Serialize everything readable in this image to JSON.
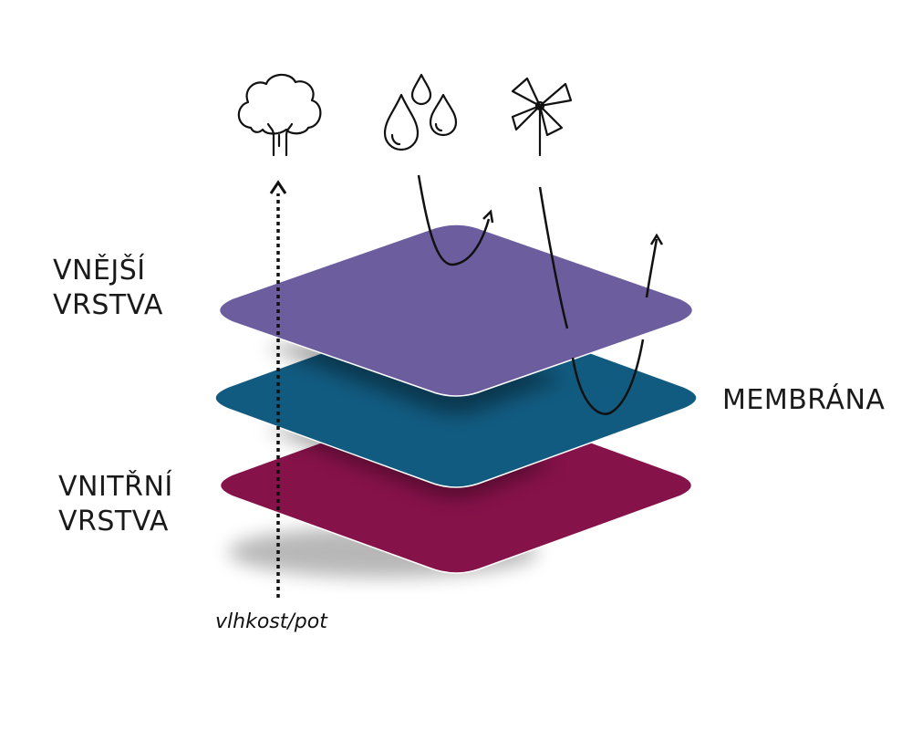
{
  "labels": {
    "outer_layer": [
      "VNĚJŠÍ",
      "VRSTVA"
    ],
    "inner_layer": [
      "VNITŘNÍ",
      "VRSTVA"
    ],
    "membrane": "MEMBRÁNA",
    "moisture": "vlhkost/pot"
  },
  "layers": [
    {
      "name": "inner-layer",
      "color": "#86124a"
    },
    {
      "name": "membrane-layer",
      "color": "#125b80"
    },
    {
      "name": "outer-layer",
      "color": "#6c5e9e"
    }
  ],
  "icons": [
    "tree-icon",
    "rain-drops-icon",
    "pinwheel-wind-icon"
  ]
}
